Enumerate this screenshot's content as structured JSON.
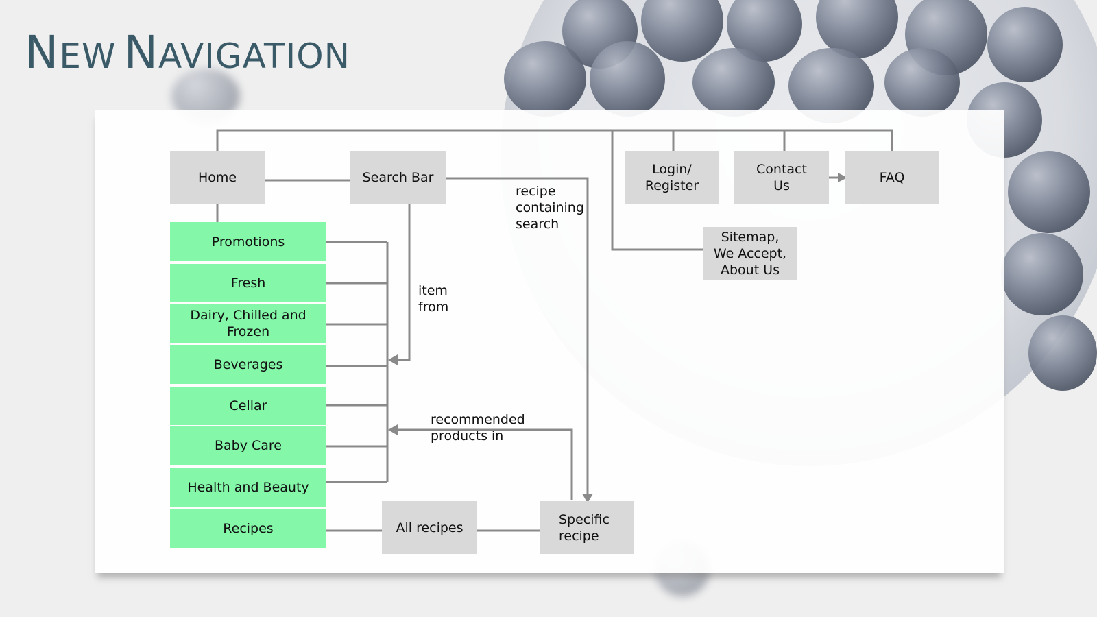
{
  "title": {
    "first_initial": "N",
    "first_rest": "EW",
    "second_initial": "N",
    "second_rest": "AVIGATION"
  },
  "nodes": {
    "home": "Home",
    "search_bar": "Search Bar",
    "login_register": "Login/\nRegister",
    "contact_us": "Contact\nUs",
    "faq": "FAQ",
    "sitemap": "Sitemap,\nWe Accept,\nAbout Us",
    "all_recipes": "All recipes",
    "specific_recipe": "Specific\nrecipe"
  },
  "categories": [
    "Promotions",
    "Fresh",
    "Dairy, Chilled and\nFrozen",
    "Beverages",
    "Cellar",
    "Baby Care",
    "Health and Beauty",
    "Recipes"
  ],
  "edge_labels": {
    "recipe_search": "recipe\ncontaining\nsearch",
    "item_from": "item\nfrom",
    "recommended": "recommended\nproducts in"
  },
  "colors": {
    "category_fill": "#84f7a9",
    "node_fill": "#d9d9d9",
    "line": "#8a8a8a",
    "title": "#3b5a68"
  }
}
